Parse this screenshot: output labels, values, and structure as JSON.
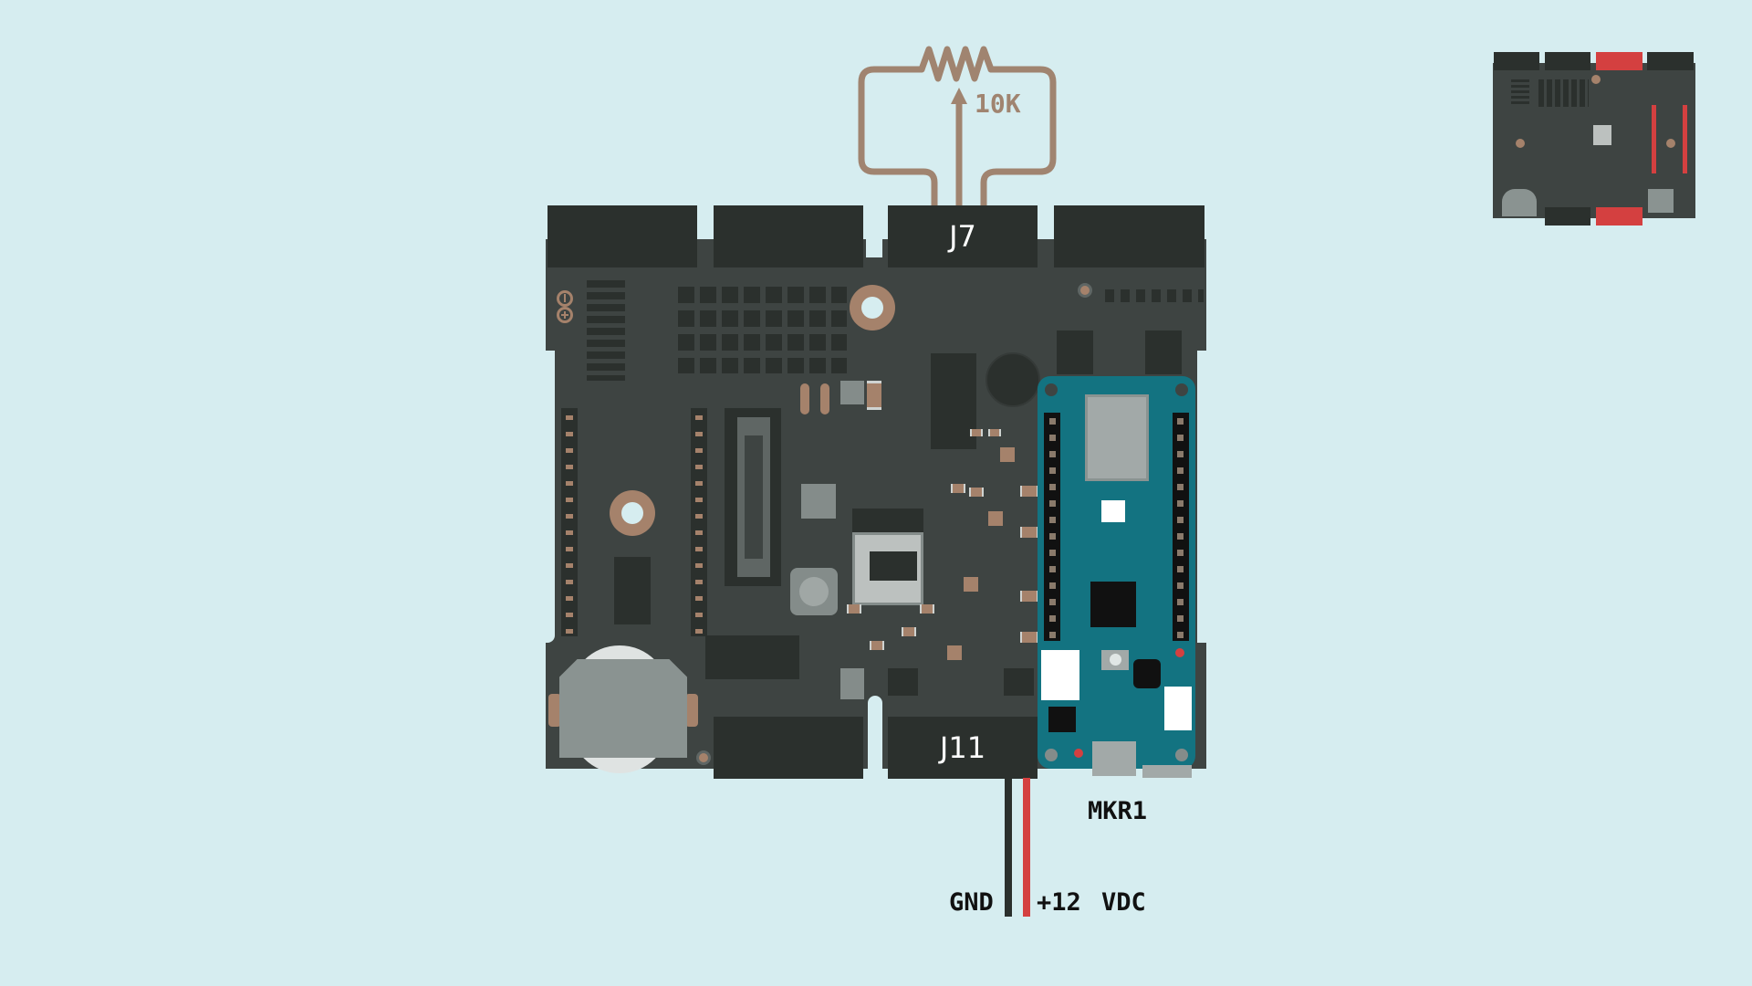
{
  "diagram": {
    "background_color": "#d6edf0",
    "board_color": "#3e4442",
    "connector_color": "#2b302d",
    "copper_color": "#a5826b",
    "mkr_color": "#137381",
    "highlight_color": "#d44040"
  },
  "connectors": {
    "j7": {
      "label": "J7"
    },
    "j11": {
      "label": "J11"
    }
  },
  "potentiometer": {
    "value_label": "10K",
    "wire_color": "#a08470"
  },
  "module": {
    "label": "MKR1"
  },
  "power_wires": {
    "gnd_label": "GND",
    "vdc_label": "+12 VDC",
    "gnd_color": "#2b302d",
    "vdc_color": "#d44040"
  },
  "thumbnail": {
    "description": "board overview with J7 and J11 highlighted"
  }
}
